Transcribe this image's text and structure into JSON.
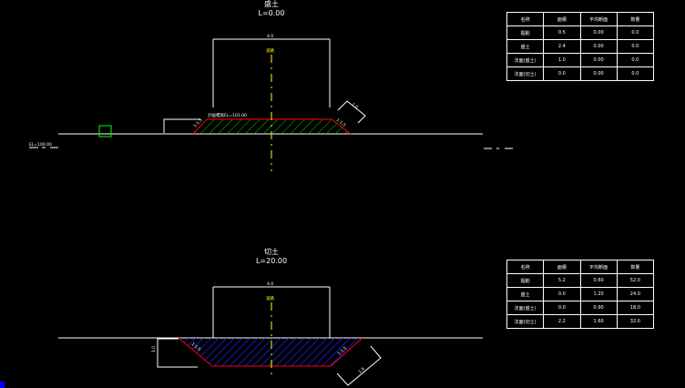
{
  "sections": [
    {
      "name": "盛土",
      "location": "L=0.00",
      "width_label": "4.0",
      "center_label": "道路",
      "ground_label": "計画標高EL=101.00",
      "datum_label": "EL=100.00",
      "slope_left": "1:1.5",
      "slope_right": "1:1.5",
      "slope_len_right": "1.0",
      "table": {
        "headers": [
          "名称",
          "面積",
          "平均断面",
          "数量"
        ],
        "rows": [
          [
            "掘削",
            "0.5",
            "0.00",
            "0.0"
          ],
          [
            "盛土",
            "2.4",
            "0.00",
            "0.0"
          ],
          [
            "法面(盛土)",
            "1.0",
            "0.00",
            "0.0"
          ],
          [
            "法面(切土)",
            "0.0",
            "0.00",
            "0.0"
          ]
        ]
      }
    },
    {
      "name": "切土",
      "location": "L=20.00",
      "width_label": "4.0",
      "center_label": "道路",
      "depth_label": "1.0",
      "slope_left": "1:1.5",
      "slope_right": "1:1.5",
      "slope_len_right": "1.9",
      "table": {
        "headers": [
          "名称",
          "面積",
          "平均断面",
          "数量"
        ],
        "rows": [
          [
            "掘削",
            "5.2",
            "0.60",
            "52.0"
          ],
          [
            "盛土",
            "0.0",
            "1.20",
            "24.0"
          ],
          [
            "法面(盛土)",
            "0.0",
            "0.90",
            "18.0"
          ],
          [
            "法面(切土)",
            "2.2",
            "1.60",
            "32.0"
          ]
        ]
      }
    }
  ],
  "colors": {
    "background": "#000000",
    "line": "#ffffff",
    "fill_hatch": "#00cc00",
    "cut_hatch": "#2222ff",
    "outline": "#ff0000",
    "centerline": "#ffff00",
    "marker": "#00ff00"
  }
}
